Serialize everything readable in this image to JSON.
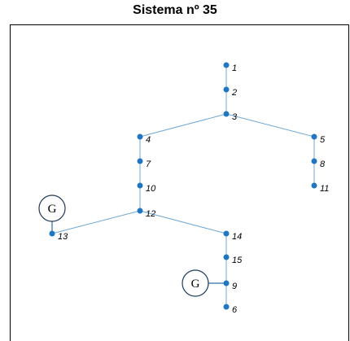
{
  "title": "Sistema nº 35",
  "diagram": {
    "nodes": [
      {
        "id": "1",
        "label": "1"
      },
      {
        "id": "2",
        "label": "2"
      },
      {
        "id": "3",
        "label": "3"
      },
      {
        "id": "4",
        "label": "4"
      },
      {
        "id": "5",
        "label": "5"
      },
      {
        "id": "6",
        "label": "6"
      },
      {
        "id": "7",
        "label": "7"
      },
      {
        "id": "8",
        "label": "8"
      },
      {
        "id": "9",
        "label": "9"
      },
      {
        "id": "10",
        "label": "10"
      },
      {
        "id": "11",
        "label": "11"
      },
      {
        "id": "12",
        "label": "12"
      },
      {
        "id": "13",
        "label": "13"
      },
      {
        "id": "14",
        "label": "14"
      },
      {
        "id": "15",
        "label": "15"
      }
    ],
    "edges": [
      [
        "1",
        "2"
      ],
      [
        "2",
        "3"
      ],
      [
        "3",
        "4"
      ],
      [
        "3",
        "5"
      ],
      [
        "4",
        "7"
      ],
      [
        "7",
        "10"
      ],
      [
        "10",
        "12"
      ],
      [
        "5",
        "8"
      ],
      [
        "8",
        "11"
      ],
      [
        "12",
        "13"
      ],
      [
        "12",
        "14"
      ],
      [
        "14",
        "15"
      ],
      [
        "15",
        "9"
      ],
      [
        "9",
        "6"
      ]
    ],
    "generators": [
      {
        "label": "G",
        "node": "13"
      },
      {
        "label": "G",
        "node": "9"
      }
    ]
  }
}
